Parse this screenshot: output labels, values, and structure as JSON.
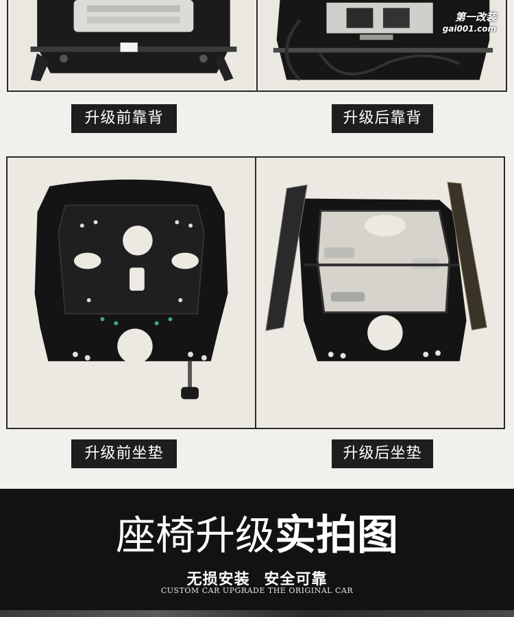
{
  "watermark": {
    "line1": "第一改装",
    "line2": "gai001.com"
  },
  "captions": {
    "before_backrest": "升级前靠背",
    "after_backrest": "升级后靠背",
    "before_cushion": "升级前坐垫",
    "after_cushion": "升级后坐垫"
  },
  "banner": {
    "title_regular": "座椅升级",
    "title_bold": "实拍图",
    "tagline_left": "无损安装",
    "tagline_right": "安全可靠",
    "english": "CUSTOM CAR UPGRADE THE ORIGINAL CAR"
  },
  "colors": {
    "banner_bg": "#121212",
    "caption_bg": "#1e1e1e",
    "page_bg": "#f2f0ec"
  }
}
